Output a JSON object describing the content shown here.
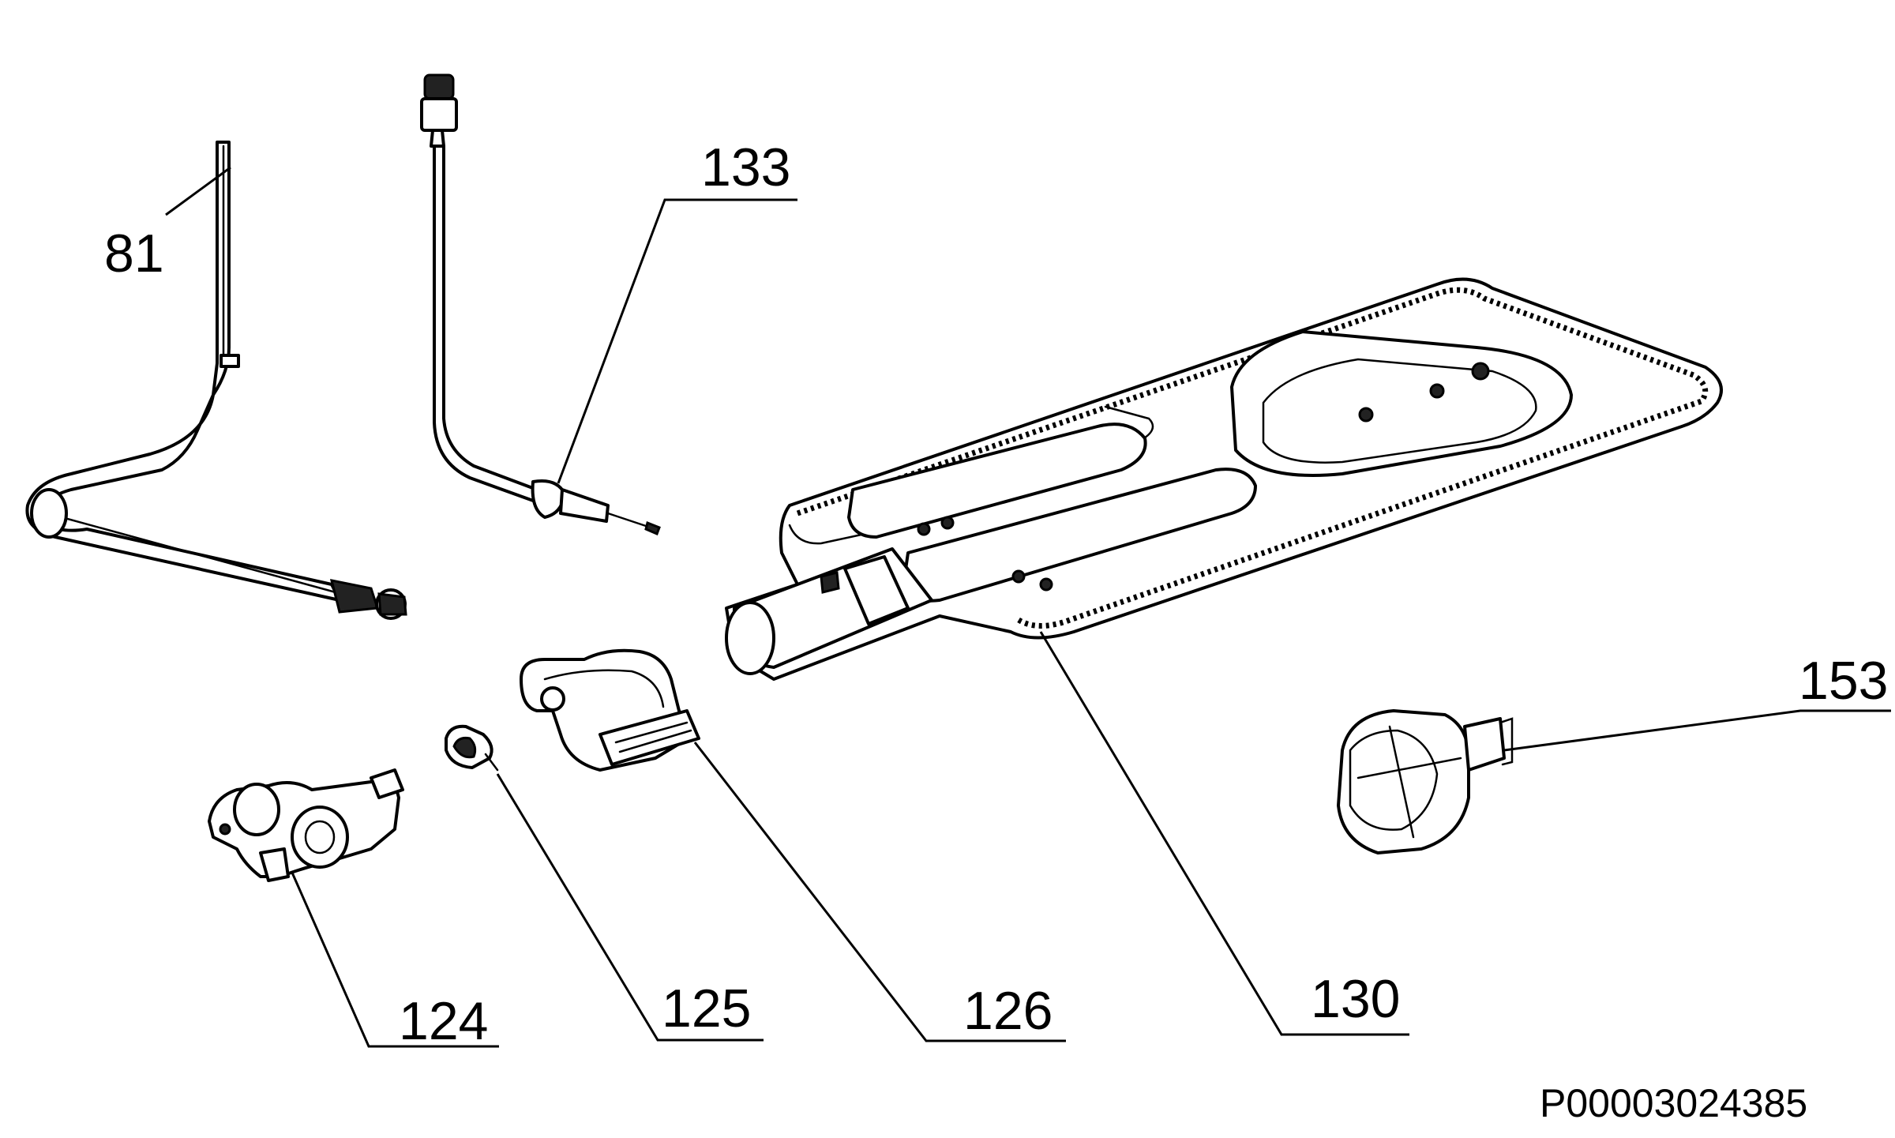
{
  "diagram": {
    "document_code": "P00003024385",
    "parts": [
      {
        "id": "81",
        "label": "81"
      },
      {
        "id": "133",
        "label": "133"
      },
      {
        "id": "153",
        "label": "153"
      },
      {
        "id": "124",
        "label": "124"
      },
      {
        "id": "125",
        "label": "125"
      },
      {
        "id": "126",
        "label": "126"
      },
      {
        "id": "130",
        "label": "130"
      }
    ]
  }
}
